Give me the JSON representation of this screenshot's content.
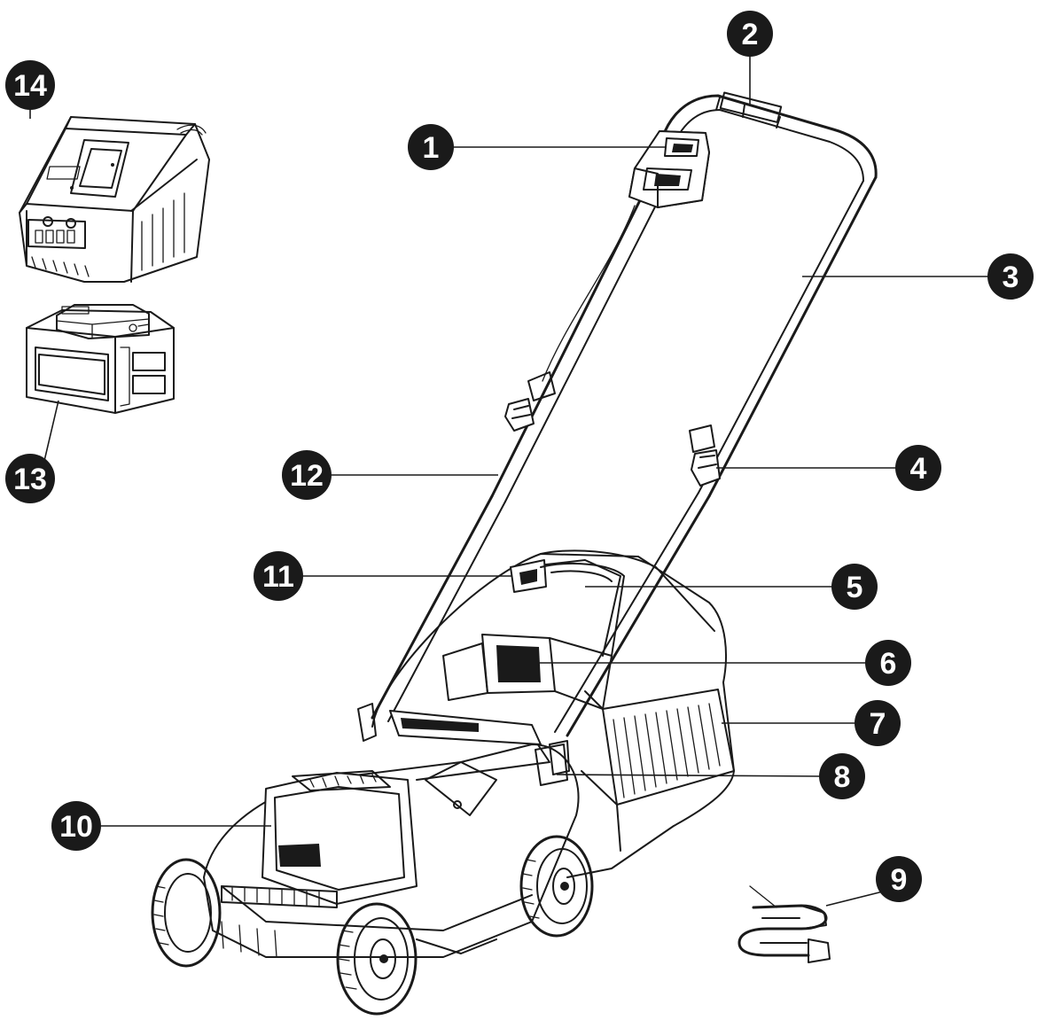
{
  "colors": {
    "ink": "#1a1a1a",
    "paper": "#ffffff",
    "callout_fill": "#1a1a1a",
    "callout_text": "#ffffff"
  },
  "callouts": [
    {
      "id": "1",
      "label": "1"
    },
    {
      "id": "2",
      "label": "2"
    },
    {
      "id": "3",
      "label": "3"
    },
    {
      "id": "4",
      "label": "4"
    },
    {
      "id": "5",
      "label": "5"
    },
    {
      "id": "6",
      "label": "6"
    },
    {
      "id": "7",
      "label": "7"
    },
    {
      "id": "8",
      "label": "8"
    },
    {
      "id": "9",
      "label": "9"
    },
    {
      "id": "10",
      "label": "10"
    },
    {
      "id": "11",
      "label": "11"
    },
    {
      "id": "12",
      "label": "12"
    },
    {
      "id": "13",
      "label": "13"
    },
    {
      "id": "14",
      "label": "14"
    }
  ]
}
